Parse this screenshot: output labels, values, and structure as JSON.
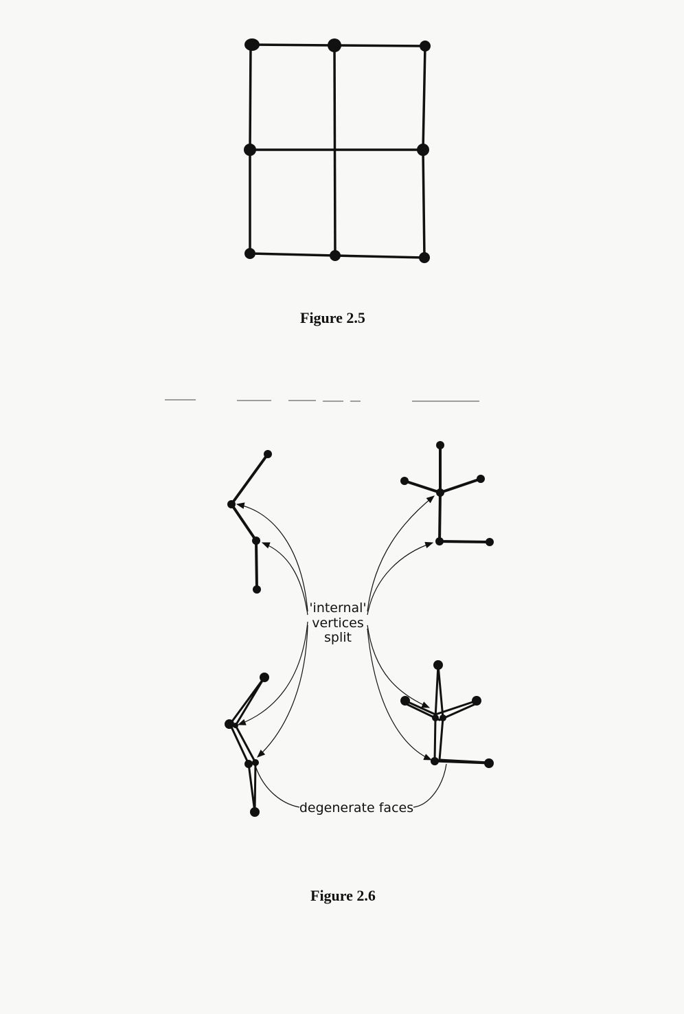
{
  "figure_2_5": {
    "caption": "Figure 2.5"
  },
  "figure_2_6": {
    "caption": "Figure 2.6",
    "label_internal_line1": "'internal'",
    "label_internal_line2": "vertices",
    "label_internal_line3": "split",
    "label_degenerate": "degenerate faces"
  },
  "colors": {
    "ink": "#111111",
    "paper": "#f8f8f6"
  }
}
